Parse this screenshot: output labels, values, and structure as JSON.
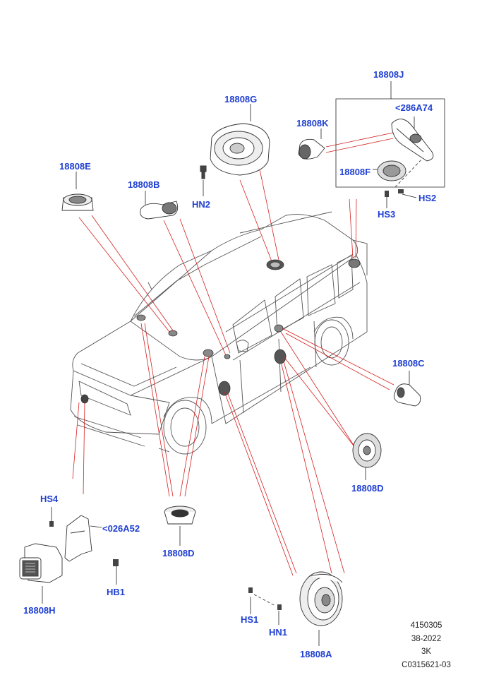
{
  "callouts": {
    "j": "18808J",
    "g": "18808G",
    "a286": "<286A74",
    "k": "18808K",
    "e": "18808E",
    "f": "18808F",
    "b": "18808B",
    "hs2": "HS2",
    "hn2": "HN2",
    "hs3": "HS3",
    "c": "18808C",
    "d_right": "18808D",
    "hs4": "HS4",
    "a026": "<026A52",
    "d_bottom": "18808D",
    "hb1": "HB1",
    "h": "18808H",
    "hs1": "HS1",
    "hn1": "HN1",
    "a": "18808A"
  },
  "reference": {
    "number": "4150305",
    "date": "38-2022",
    "code": "3K",
    "illustration": "C0315621-03"
  },
  "colors": {
    "callout": "#1f3fd1",
    "leader": "#d42020",
    "outline": "#333333"
  }
}
